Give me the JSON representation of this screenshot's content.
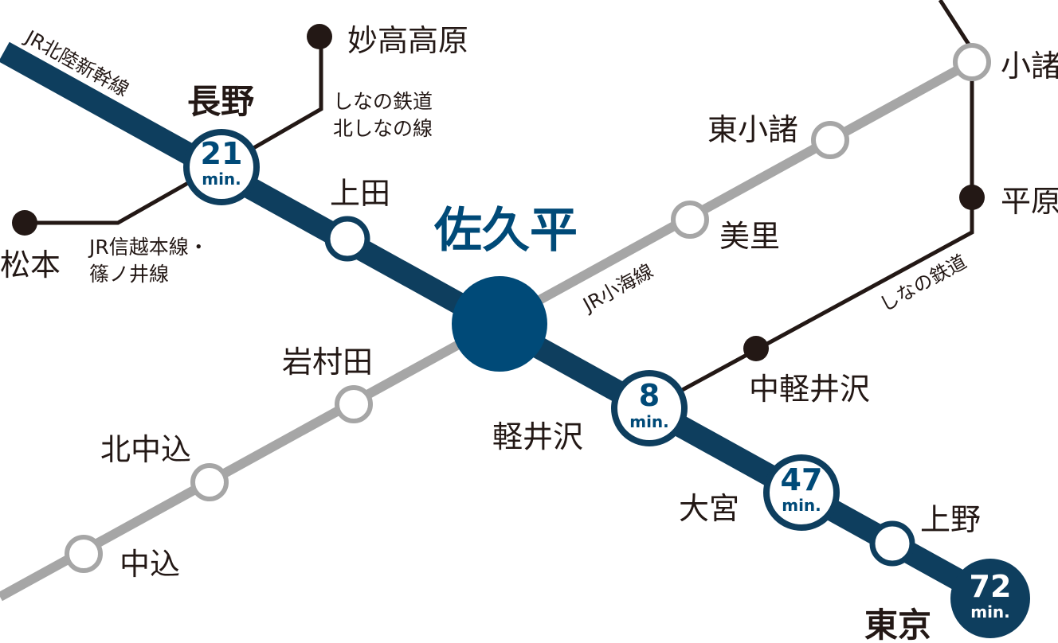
{
  "colors": {
    "shinkansen": "#0e3e5e",
    "hub": "#004a78",
    "koumi": "#a6a6a6",
    "other_lines": "#231815",
    "station_fill": "#ffffff",
    "text": "#231815"
  },
  "lines": {
    "shinkansen": "JR北陸新幹線",
    "koumi": "JR小海線",
    "shinano_north_1": "しなの鉄道",
    "shinano_north_2": "北しなの線",
    "shinonoi_1": "JR信越本線・",
    "shinonoi_2": "篠ノ井線",
    "shinano_east": "しなの鉄道"
  },
  "stations": {
    "hub": "佐久平",
    "nagano": "長野",
    "ueda": "上田",
    "karuizawa": "軽井沢",
    "omiya": "大宮",
    "ueno": "上野",
    "tokyo": "東京",
    "myoko": "妙高高原",
    "matsumoto": "松本",
    "komoro": "小諸",
    "higashikomoro": "東小諸",
    "misato": "美里",
    "hirahara": "平原",
    "nakakaruizawa": "中軽井沢",
    "iwamurada": "岩村田",
    "kitanakagomi": "北中込",
    "nakagomi": "中込"
  },
  "times": {
    "nagano": "21",
    "karuizawa": "8",
    "omiya": "47",
    "tokyo": "72",
    "unit": "min."
  }
}
